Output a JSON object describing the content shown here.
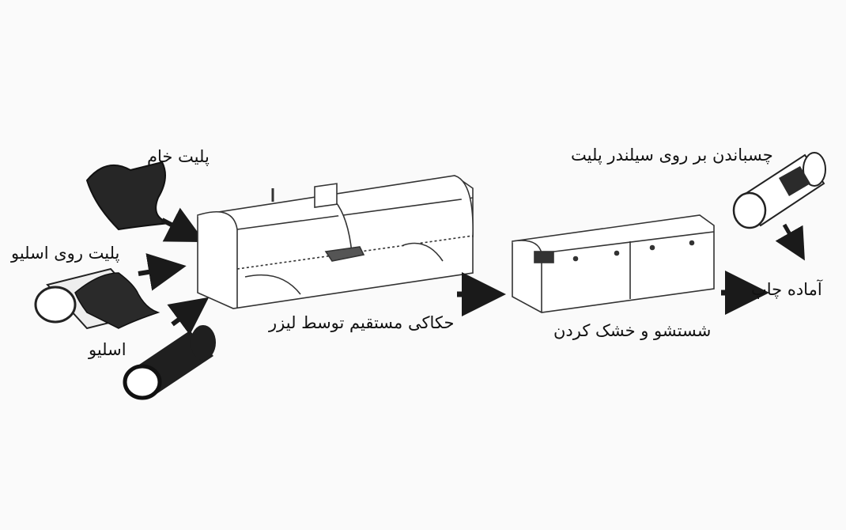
{
  "labels": {
    "raw_plate": "پلیت خام",
    "plate_on_sleeve": "پلیت روی اسلیو",
    "sleeve": "اسلیو",
    "laser_engraving": "حکاکی مستقیم توسط لیزر",
    "washing_drying": "شستشو و خشک کردن",
    "mount_on_cylinder": "چسباندن بر روی سیلندر پلیت",
    "ready_to_print": "آماده چاپ"
  },
  "colors": {
    "ink": "#1a1a1a",
    "fill_dark": "#2a2a2a",
    "paper": "#fafafa"
  },
  "icons": [
    "raw-plate-sheet",
    "plate-on-sleeve",
    "sleeve-tube",
    "laser-engraver-machine",
    "washer-dryer-machine",
    "plate-cylinder",
    "flow-arrow"
  ]
}
